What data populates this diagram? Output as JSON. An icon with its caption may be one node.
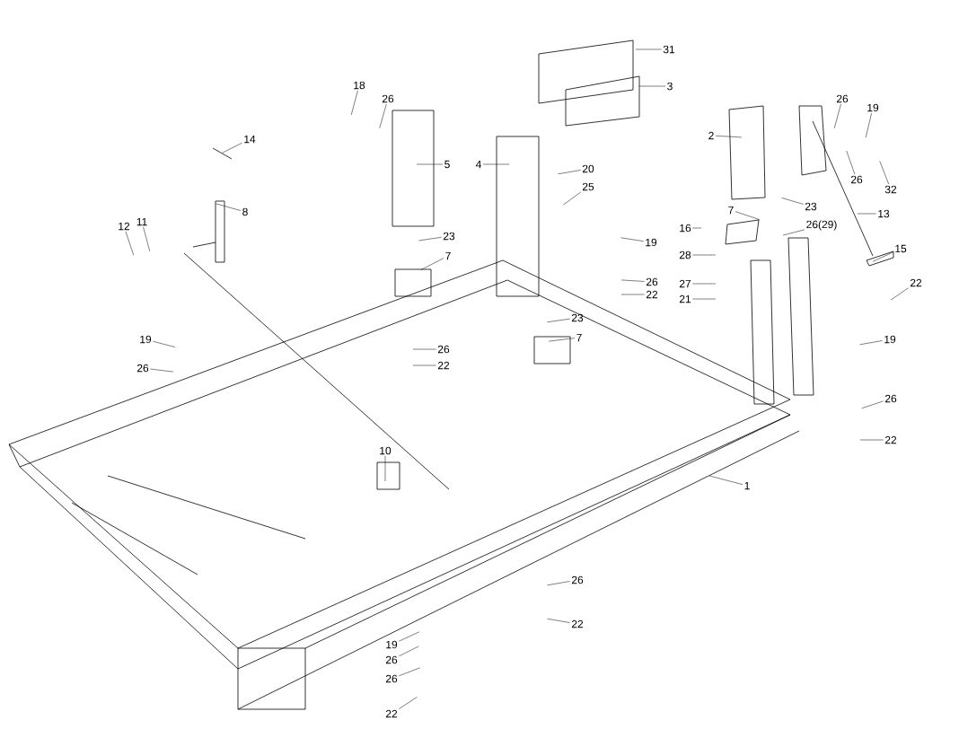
{
  "diagram": {
    "nodes": [
      {
        "text": [
          "31"
        ]
      },
      {
        "text": [
          "3"
        ]
      },
      {
        "text": [
          "18"
        ]
      },
      {
        "text": [
          "26"
        ]
      },
      {
        "text": [
          "14"
        ]
      },
      {
        "text": [
          "5"
        ]
      },
      {
        "text": [
          "4"
        ]
      },
      {
        "text": [
          "8"
        ]
      },
      {
        "text": [
          "12"
        ]
      },
      {
        "text": [
          "11"
        ]
      },
      {
        "text": [
          "26"
        ]
      },
      {
        "text": [
          "19"
        ]
      },
      {
        "text": [
          "2"
        ]
      },
      {
        "text": [
          "20"
        ]
      },
      {
        "text": [
          "25"
        ]
      },
      {
        "text": [
          "26"
        ]
      },
      {
        "text": [
          "32"
        ]
      },
      {
        "text": [
          "23"
        ]
      },
      {
        "text": [
          "13"
        ]
      },
      {
        "text": [
          "7"
        ]
      },
      {
        "text": [
          "26(29)"
        ]
      },
      {
        "text": [
          "16"
        ]
      },
      {
        "text": [
          "28"
        ]
      },
      {
        "text": [
          "27"
        ]
      },
      {
        "text": [
          "21"
        ]
      },
      {
        "text": [
          "15"
        ]
      },
      {
        "text": [
          "22"
        ]
      },
      {
        "text": [
          "19"
        ]
      },
      {
        "text": [
          "26"
        ]
      },
      {
        "text": [
          "22"
        ]
      },
      {
        "text": [
          "23"
        ]
      },
      {
        "text": [
          "7"
        ]
      },
      {
        "text": [
          "26"
        ]
      },
      {
        "text": [
          "22"
        ]
      },
      {
        "text": [
          "23"
        ]
      },
      {
        "text": [
          "7"
        ]
      },
      {
        "text": [
          "19"
        ]
      },
      {
        "text": [
          "26"
        ]
      },
      {
        "text": [
          "19"
        ]
      },
      {
        "text": [
          "26"
        ]
      },
      {
        "text": [
          "22"
        ]
      },
      {
        "text": [
          "10"
        ]
      },
      {
        "text": [
          "1"
        ]
      },
      {
        "text": [
          "26"
        ]
      },
      {
        "text": [
          "22"
        ]
      },
      {
        "text": [
          "19"
        ]
      },
      {
        "text": [
          "26"
        ]
      },
      {
        "text": [
          "26"
        ]
      },
      {
        "text": [
          "22"
        ]
      }
    ],
    "edges": [
      {
        "from": 0,
        "to": null,
        "arrow": "none"
      },
      {
        "from": 1,
        "to": null,
        "arrow": "none"
      },
      {
        "from": 2,
        "to": null,
        "arrow": "none"
      },
      {
        "from": 3,
        "to": null,
        "arrow": "none"
      },
      {
        "from": 4,
        "to": null,
        "arrow": "none"
      },
      {
        "from": 5,
        "to": null,
        "arrow": "none"
      },
      {
        "from": 6,
        "to": null,
        "arrow": "none"
      },
      {
        "from": 7,
        "to": null,
        "arrow": "none"
      },
      {
        "from": 8,
        "to": null,
        "arrow": "none"
      },
      {
        "from": 9,
        "to": null,
        "arrow": "none"
      },
      {
        "from": 10,
        "to": null,
        "arrow": "none"
      },
      {
        "from": 11,
        "to": null,
        "arrow": "none"
      },
      {
        "from": 12,
        "to": null,
        "arrow": "none"
      },
      {
        "from": 13,
        "to": null,
        "arrow": "none"
      },
      {
        "from": 14,
        "to": null,
        "arrow": "none"
      },
      {
        "from": 15,
        "to": null,
        "arrow": "none"
      },
      {
        "from": 16,
        "to": null,
        "arrow": "none"
      },
      {
        "from": 17,
        "to": null,
        "arrow": "none"
      },
      {
        "from": 18,
        "to": null,
        "arrow": "none"
      },
      {
        "from": 19,
        "to": null,
        "arrow": "none"
      },
      {
        "from": 20,
        "to": null,
        "arrow": "none"
      },
      {
        "from": 21,
        "to": null,
        "arrow": "none"
      },
      {
        "from": 22,
        "to": null,
        "arrow": "none"
      },
      {
        "from": 23,
        "to": null,
        "arrow": "none"
      },
      {
        "from": 24,
        "to": null,
        "arrow": "none"
      },
      {
        "from": 25,
        "to": null,
        "arrow": "none"
      },
      {
        "from": 26,
        "to": null,
        "arrow": "none"
      },
      {
        "from": 27,
        "to": null,
        "arrow": "none"
      },
      {
        "from": 28,
        "to": null,
        "arrow": "none"
      },
      {
        "from": 29,
        "to": null,
        "arrow": "none"
      },
      {
        "from": 30,
        "to": null,
        "arrow": "none"
      },
      {
        "from": 31,
        "to": null,
        "arrow": "none"
      },
      {
        "from": 32,
        "to": null,
        "arrow": "none"
      },
      {
        "from": 33,
        "to": null,
        "arrow": "none"
      },
      {
        "from": 34,
        "to": null,
        "arrow": "none"
      },
      {
        "from": 35,
        "to": null,
        "arrow": "none"
      },
      {
        "from": 36,
        "to": null,
        "arrow": "none"
      },
      {
        "from": 37,
        "to": null,
        "arrow": "none"
      },
      {
        "from": 38,
        "to": null,
        "arrow": "none"
      },
      {
        "from": 39,
        "to": null,
        "arrow": "none"
      },
      {
        "from": 40,
        "to": null,
        "arrow": "none"
      },
      {
        "from": 41,
        "to": null,
        "arrow": "none"
      },
      {
        "from": 42,
        "to": null,
        "arrow": "none"
      },
      {
        "from": 43,
        "to": null,
        "arrow": "none"
      },
      {
        "from": 44,
        "to": null,
        "arrow": "none"
      },
      {
        "from": 45,
        "to": null,
        "arrow": "none"
      },
      {
        "from": 46,
        "to": null,
        "arrow": "none"
      },
      {
        "from": 47,
        "to": null,
        "arrow": "none"
      },
      {
        "from": 48,
        "to": null,
        "arrow": "none"
      }
    ]
  }
}
